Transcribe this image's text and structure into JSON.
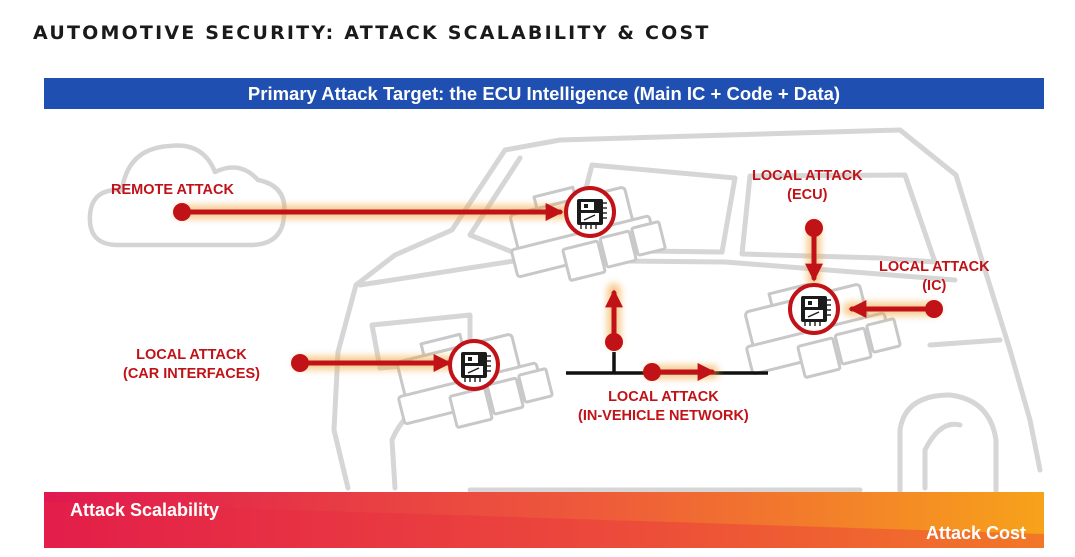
{
  "slide": {
    "title": "AUTOMOTIVE SECURITY: ATTACK SCALABILITY & COST",
    "banner": "Primary Attack Target: the ECU Intelligence (Main IC + Code + Data)"
  },
  "labels": {
    "remote": "REMOTE ATTACK",
    "local_ecu_line1": "LOCAL ATTACK",
    "local_ecu_line2": "(ECU)",
    "local_ic_line1": "LOCAL ATTACK",
    "local_ic_line2": "(IC)",
    "local_car_line1": "LOCAL ATTACK",
    "local_car_line2": "(CAR INTERFACES)",
    "local_net_line1": "LOCAL ATTACK",
    "local_net_line2": "(IN-VEHICLE NETWORK)"
  },
  "bottom": {
    "scalability": "Attack Scalability",
    "cost": "Attack Cost"
  },
  "colors": {
    "attack_red": "#c11218",
    "banner_blue": "#1f4fb0",
    "gradient_start": "#e01950",
    "gradient_end": "#f7a21b",
    "car_outline": "#d4d4d4"
  },
  "icons": {
    "chip": "chip-target-icon",
    "cloud": "cloud-icon",
    "ecu": "ecu-module-icon",
    "car": "car-outline-icon"
  }
}
